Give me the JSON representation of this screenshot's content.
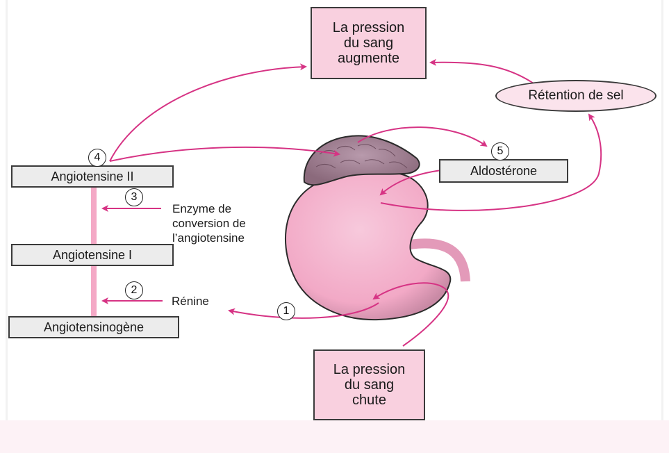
{
  "boxes": {
    "pressure_up": "La pression\ndu sang\naugmente",
    "pressure_down": "La pression\ndu sang\nchute",
    "angiotensin_2": "Angiotensine II",
    "angiotensin_1": "Angiotensine I",
    "angiotensinogen": "Angiotensinogène",
    "aldosterone": "Aldostérone",
    "salt_retention": "Rétention de sel"
  },
  "labels": {
    "ace": "Enzyme de\nconversion de\nl’angiotensine",
    "renin": "Rénine"
  },
  "steps": [
    "1",
    "2",
    "3",
    "4",
    "5"
  ],
  "colors": {
    "arrow": "#d63384",
    "box_pink": "#f9d0df",
    "box_grey": "#ececec",
    "kidney": "#f4b6cf",
    "adrenal": "#a07a8e"
  }
}
